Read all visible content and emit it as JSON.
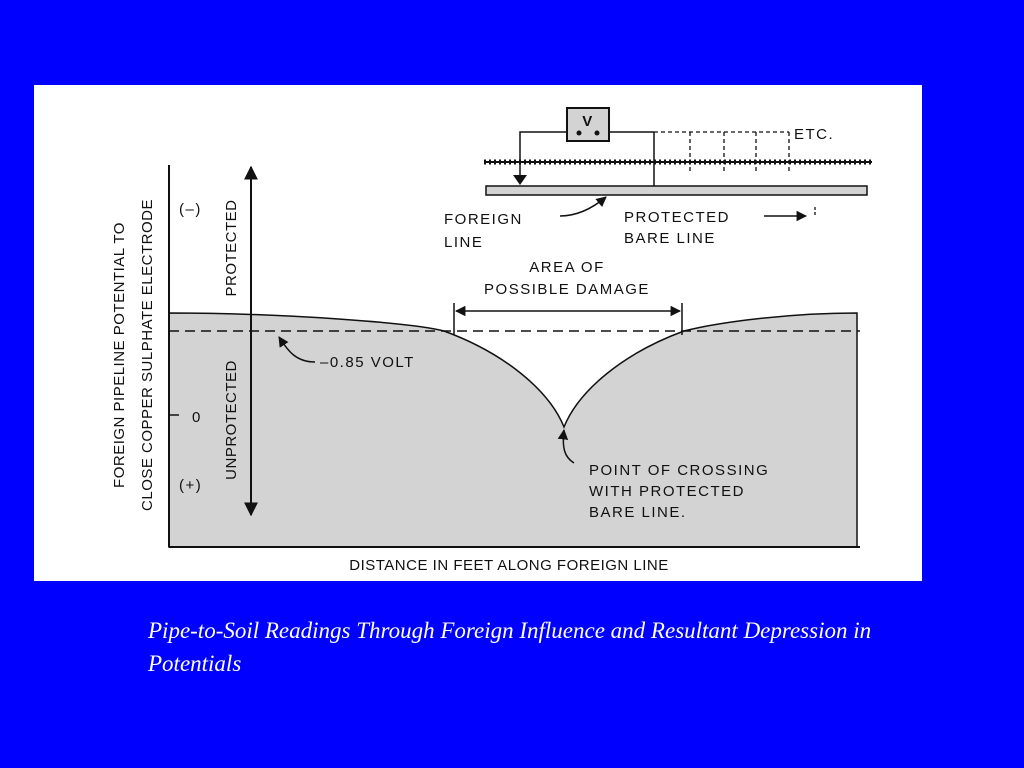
{
  "figure": {
    "meter_label": "V",
    "etc_label": "ETC.",
    "foreign_line_label": [
      "FOREIGN",
      "LINE"
    ],
    "protected_bare_line_label": [
      "PROTECTED",
      "BARE  LINE"
    ],
    "damage_label": [
      "AREA  OF",
      "POSSIBLE  DAMAGE"
    ],
    "volt_label": "–0.85 VOLT",
    "crossing_label": [
      "POINT  OF  CROSSING",
      "WITH  PROTECTED",
      "BARE  LINE."
    ],
    "y_axis_label": [
      "FOREIGN PIPELINE POTENTIAL TO",
      "CLOSE COPPER SULPHATE ELECTRODE"
    ],
    "y_ticks": {
      "negative": "(–)",
      "zero": "0",
      "positive": "(+)"
    },
    "protected_label": "PROTECTED",
    "unprotected_label": "UNPROTECTED",
    "x_axis_label": "DISTANCE  IN  FEET  ALONG  FOREIGN  LINE",
    "colors": {
      "background": "#0000ff",
      "panel": "#ffffff",
      "fill": "#d3d3d3",
      "ink": "#111111",
      "caption": "#ffffff"
    }
  },
  "caption": "Pipe-to-Soil Readings Through Foreign Influence and Resultant Depression in Potentials"
}
